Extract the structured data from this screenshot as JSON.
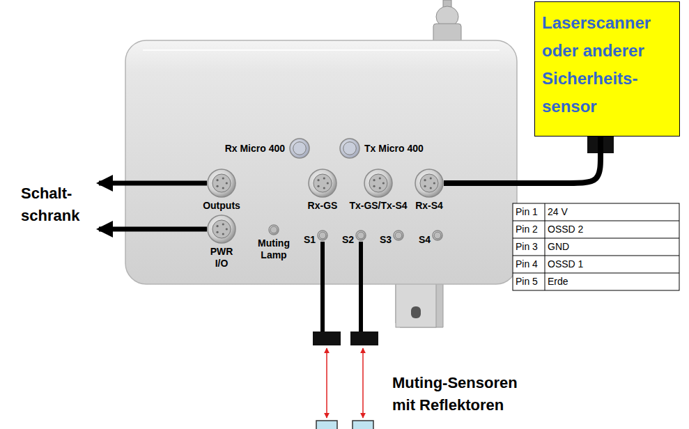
{
  "diagram": {
    "nodes": [
      {
        "text": [
          "Laserscanner oder anderer Sicherheits- sensor"
        ]
      },
      {
        "text": [
          "Rx Micro 400"
        ]
      },
      {
        "text": [
          "Tx Micro 400"
        ]
      },
      {
        "text": [
          "Schalt- schrank"
        ]
      },
      {
        "text": [
          "Outputs"
        ]
      },
      {
        "text": [
          "Rx-GS"
        ]
      },
      {
        "text": [
          "Tx-GS/Tx-S4"
        ]
      },
      {
        "text": [
          "Rx-S4"
        ]
      },
      {
        "text": [
          "PWR I/O"
        ]
      },
      {
        "text": [
          "Muting Lamp"
        ]
      },
      {
        "text": [
          "S1"
        ]
      },
      {
        "text": [
          "S2"
        ]
      },
      {
        "text": [
          "S3"
        ]
      },
      {
        "text": [
          "S4"
        ]
      }
    ],
    "edges": [
      {
        "from": 4,
        "to": 3,
        "arrow": "to"
      },
      {
        "from": 8,
        "to": 3,
        "arrow": "to"
      },
      {
        "from": 7,
        "to": 0,
        "arrow": "none"
      }
    ],
    "labels": [
      "Pin 1",
      "24 V",
      "Pin 2",
      "OSSD 2",
      "Pin 3",
      "GND",
      "Pin 4",
      "OSSD 1",
      "Pin 5",
      "Erde",
      "Muting-Sensoren mit Reflektoren"
    ]
  }
}
